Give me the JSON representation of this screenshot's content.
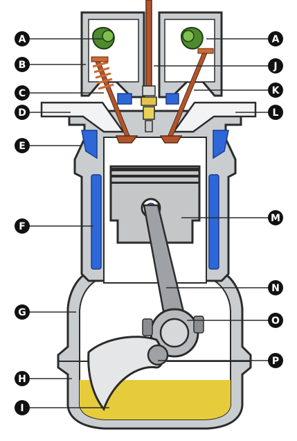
{
  "colors": {
    "block_outline": "#2b2b2b",
    "block_fill": "#c9cdd0",
    "block_light": "#eef0f1",
    "coolant": "#2e67d8",
    "oil": "#e6cc3a",
    "cam": "#4e8a2f",
    "valve": "#b2542c",
    "spring": "#cf6a32",
    "piston": "#c4c6c8",
    "rod": "#9ea2a6",
    "label_bg": "#111111",
    "label_text": "#ffffff"
  },
  "labels": [
    {
      "id": "A",
      "text": "A",
      "side": "left"
    },
    {
      "id": "B",
      "text": "B",
      "side": "left"
    },
    {
      "id": "C",
      "text": "C",
      "side": "left"
    },
    {
      "id": "D",
      "text": "D",
      "side": "left"
    },
    {
      "id": "E",
      "text": "E",
      "side": "left"
    },
    {
      "id": "F",
      "text": "F",
      "side": "left"
    },
    {
      "id": "G",
      "text": "G",
      "side": "left"
    },
    {
      "id": "H",
      "text": "H",
      "side": "left"
    },
    {
      "id": "I",
      "text": "I",
      "side": "left"
    },
    {
      "id": "A2",
      "text": "A",
      "side": "right"
    },
    {
      "id": "J",
      "text": "J",
      "side": "right"
    },
    {
      "id": "K",
      "text": "K",
      "side": "right"
    },
    {
      "id": "L",
      "text": "L",
      "side": "right"
    },
    {
      "id": "M",
      "text": "M",
      "side": "right"
    },
    {
      "id": "N",
      "text": "N",
      "side": "right"
    },
    {
      "id": "O",
      "text": "O",
      "side": "right"
    },
    {
      "id": "P",
      "text": "P",
      "side": "right"
    }
  ]
}
